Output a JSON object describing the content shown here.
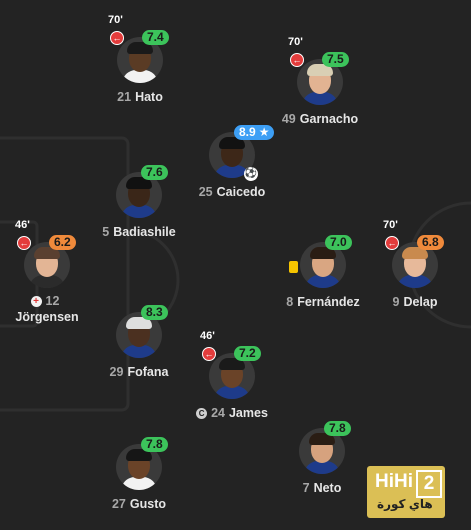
{
  "colors": {
    "background": "#232323",
    "pitch_lines": "#2e2e2e",
    "rating_green": "#3cc35b",
    "rating_orange": "#f08a3b",
    "rating_blue": "#3d9ff5",
    "sub_red": "#e33c3c",
    "yellow_card": "#f5c400"
  },
  "players": [
    {
      "key": "hato",
      "number": "21",
      "name": "Hato",
      "rating": "7.4",
      "rating_color": "green",
      "sub_minute": "70'",
      "subbed_off": true,
      "skin": "#5a3b24",
      "hair": "#1a1a1a",
      "shirt": "#f2f2f2"
    },
    {
      "key": "garnacho",
      "number": "49",
      "name": "Garnacho",
      "rating": "7.5",
      "rating_color": "green",
      "sub_minute": "70'",
      "subbed_off": true,
      "skin": "#e2b392",
      "hair": "#d9cfb4",
      "shirt": "#1e3b8a"
    },
    {
      "key": "caicedo",
      "number": "25",
      "name": "Caicedo",
      "rating": "8.9",
      "rating_color": "blue",
      "star": "★",
      "goal": true,
      "skin": "#3d2718",
      "hair": "#121212",
      "shirt": "#1e3b8a"
    },
    {
      "key": "badiashile",
      "number": "5",
      "name": "Badiashile",
      "rating": "7.6",
      "rating_color": "green",
      "skin": "#3a2618",
      "hair": "#111111",
      "shirt": "#1e3b8a"
    },
    {
      "key": "jorgensen",
      "number": "12",
      "name": "Jörgensen",
      "rating": "6.2",
      "rating_color": "orange",
      "sub_minute": "46'",
      "subbed_off": true,
      "injury": true,
      "skin": "#e3b595",
      "hair": "#5a4030",
      "shirt": "#2b2b2b"
    },
    {
      "key": "fernandez",
      "number": "8",
      "name": "Fernández",
      "rating": "7.0",
      "rating_color": "green",
      "yellow_card": true,
      "skin": "#d9a682",
      "hair": "#2a1d14",
      "shirt": "#1e3b8a"
    },
    {
      "key": "delap",
      "number": "9",
      "name": "Delap",
      "rating": "6.8",
      "rating_color": "orange",
      "sub_minute": "70'",
      "subbed_off": true,
      "skin": "#e7b99a",
      "hair": "#c98a4e",
      "shirt": "#1e3b8a"
    },
    {
      "key": "fofana",
      "number": "29",
      "name": "Fofana",
      "rating": "8.3",
      "rating_color": "green",
      "skin": "#4b3020",
      "hair": "#dedede",
      "shirt": "#1e3b8a"
    },
    {
      "key": "james",
      "number": "24",
      "name": "James",
      "rating": "7.2",
      "rating_color": "green",
      "sub_minute": "46'",
      "subbed_off": true,
      "captain": true,
      "skin": "#6a4328",
      "hair": "#1a1a1a",
      "shirt": "#1e3b8a"
    },
    {
      "key": "gusto",
      "number": "27",
      "name": "Gusto",
      "rating": "7.8",
      "rating_color": "green",
      "skin": "#6a4328",
      "hair": "#161616",
      "shirt": "#f2f2f2"
    },
    {
      "key": "neto",
      "number": "7",
      "name": "Neto",
      "rating": "7.8",
      "rating_color": "green",
      "skin": "#d6a27e",
      "hair": "#2a1d14",
      "shirt": "#1e3b8a"
    }
  ],
  "icons": {
    "sub_off": "←",
    "goal": "⚽",
    "captain": "C",
    "injury": "+"
  },
  "watermark": {
    "main": "HiHi",
    "box": "2",
    "sub": "هاي كورة"
  }
}
